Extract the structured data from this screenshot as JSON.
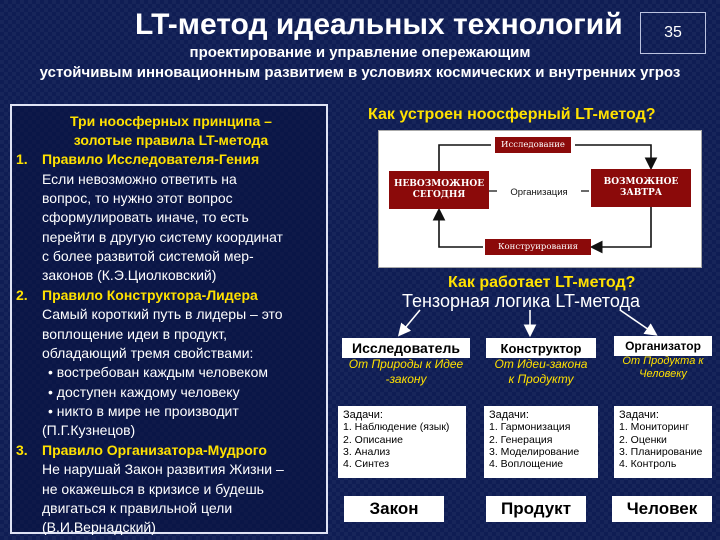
{
  "slide": {
    "title": "LT-метод идеальных технологий",
    "page_number": "35",
    "subtitle_line1": "проектирование и управление опережающим",
    "subtitle_line2": "устойчивым инновационным развитием в условиях космических и внутренних угроз"
  },
  "principles": {
    "heading_line1": "Три ноосферных принципа –",
    "heading_line2": "золотые правила LT-метода",
    "rule1": {
      "num": "1.",
      "title": "Правило Исследователя-Гения",
      "lines": [
        "Если невозможно ответить на",
        "вопрос, то нужно этот вопрос",
        "сформулировать иначе, то есть",
        "перейти в другую систему координат",
        "с более развитой системой мер-",
        "законов (К.Э.Циолковский)"
      ]
    },
    "rule2": {
      "num": "2.",
      "title": "Правило Конструктора-Лидера",
      "lines": [
        "Самый короткий путь в лидеры – это",
        "воплощение идеи в продукт,",
        "обладающий тремя свойствами:"
      ],
      "bullets": [
        "• востребован каждым человеком",
        "• доступен каждому человеку",
        "• никто в мире не производит"
      ],
      "author": "(П.Г.Кузнецов)"
    },
    "rule3": {
      "num": "3.",
      "title": "Правило Организатора-Мудрого",
      "lines": [
        "Не нарушай Закон развития Жизни –",
        "не окажешься в кризисе и будешь",
        "двигаться к правильной цели",
        "(В.И.Вернадский)"
      ]
    }
  },
  "diagram": {
    "question": "Как устроен ноосферный LT-метод?",
    "top_label": "Исследование",
    "left_label_1": "НЕВОЗМОЖНОЕ",
    "left_label_2": "СЕГОДНЯ",
    "center_label": "Организация",
    "right_label_1": "ВОЗМОЖНОЕ",
    "right_label_2": "ЗАВТРА",
    "bottom_label": "Конструирования"
  },
  "tensor": {
    "question": "Как работает LT-метод?",
    "title": "Тензорная логика LT-метода",
    "columns": [
      {
        "role": "Исследователь",
        "desc_line1": "От Природы к Идее",
        "desc_line2": "-закону",
        "tasks_title": "Задачи:",
        "tasks": [
          "1. Наблюдение (язык)",
          "2. Описание",
          "3. Анализ",
          "4. Синтез"
        ],
        "result": "Закон"
      },
      {
        "role": "Конструктор",
        "desc_line1": "От Идеи-закона",
        "desc_line2": "к Продукту",
        "tasks_title": "Задачи:",
        "tasks": [
          "1. Гармонизация",
          "2. Генерация",
          "3. Моделирование",
          "4. Воплощение"
        ],
        "result": "Продукт"
      },
      {
        "role": "Организатор",
        "desc_line1": "От Продукта к",
        "desc_line2": "Человеку",
        "tasks_title": "Задачи:",
        "tasks": [
          "1. Мониторинг",
          "2. Оценки",
          "3. Планирование",
          "4. Контроль"
        ],
        "result": "Человек"
      }
    ]
  },
  "colors": {
    "background": "#0f1d54",
    "accent_yellow": "#ffe100",
    "dark_red": "#8b0a0a"
  }
}
